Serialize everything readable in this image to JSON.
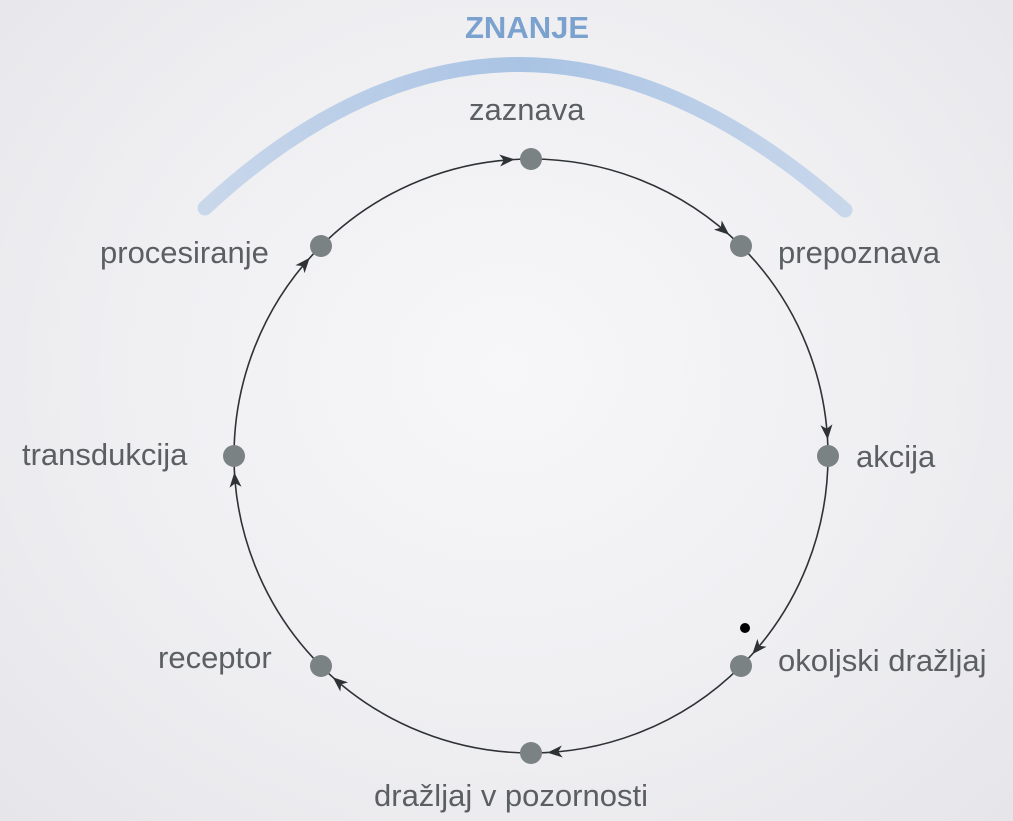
{
  "diagram": {
    "title": "ZNANJE",
    "nodes": [
      {
        "id": "zaznava",
        "label": "zaznava"
      },
      {
        "id": "prepoznava",
        "label": "prepoznava"
      },
      {
        "id": "akcija",
        "label": "akcija"
      },
      {
        "id": "okoljski",
        "label": "okoljski dražljaj"
      },
      {
        "id": "drazljaj-v-pozornosti",
        "label": "dražljaj v pozornosti"
      },
      {
        "id": "receptor",
        "label": "receptor"
      },
      {
        "id": "transdukcija",
        "label": "transdukcija"
      },
      {
        "id": "procesiranje",
        "label": "procesiranje"
      }
    ],
    "flow_direction": "clockwise",
    "colors": {
      "node": "#7b8284",
      "cycle_line": "#2f3234",
      "arc": "#a9c3e4",
      "title": "#7ba1cf",
      "label": "#5c5f62"
    }
  }
}
